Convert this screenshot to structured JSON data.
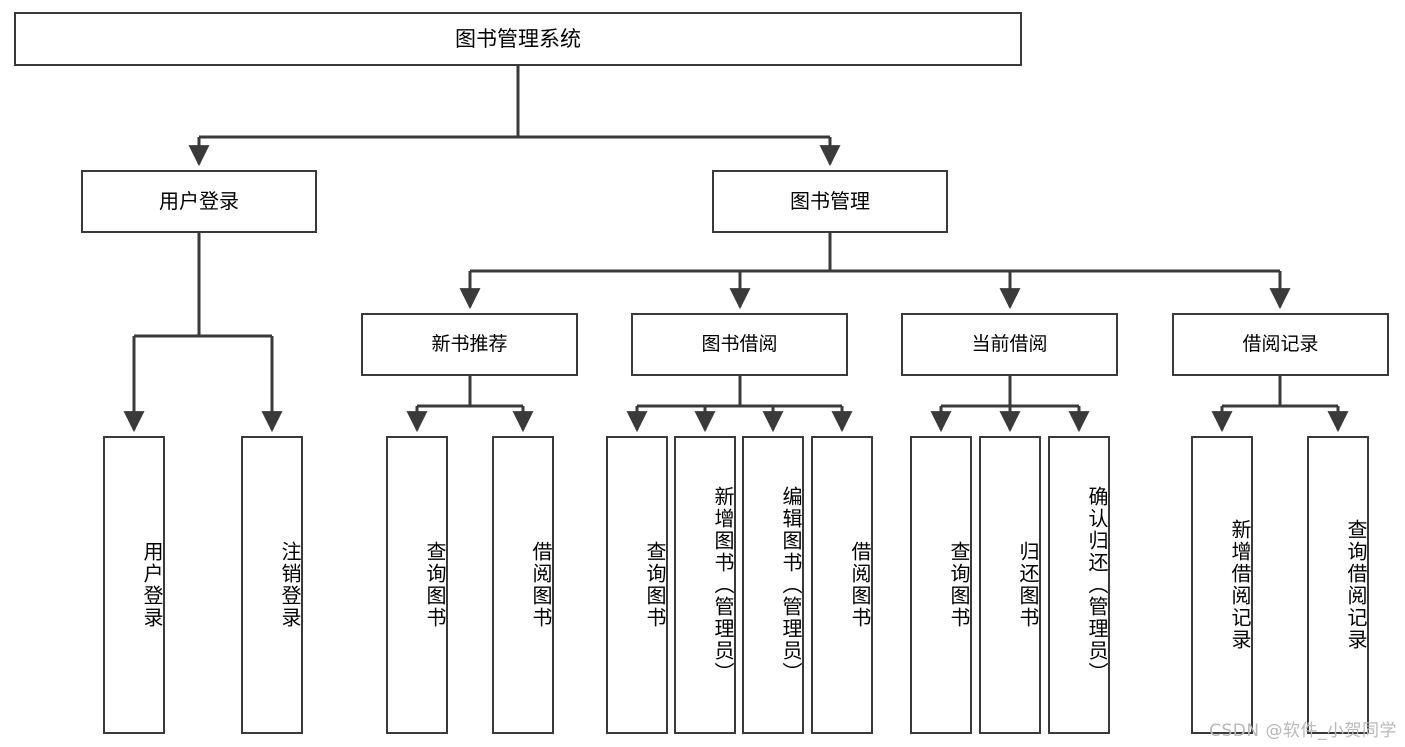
{
  "diagram": {
    "title": "图书管理系统",
    "type": "tree-hierarchy",
    "watermark": "CSDN @软件_小贺同学",
    "colors": {
      "stroke": "#3a3a3a",
      "fill": "#ffffff",
      "text": "#000000",
      "watermark": "#b9b9b9"
    },
    "root": {
      "label": "图书管理系统"
    },
    "level2": [
      {
        "label": "用户登录"
      },
      {
        "label": "图书管理"
      }
    ],
    "level3": [
      {
        "label": "新书推荐"
      },
      {
        "label": "图书借阅"
      },
      {
        "label": "当前借阅"
      },
      {
        "label": "借阅记录"
      }
    ],
    "leaves": {
      "user_login": [
        {
          "label": "用户登录"
        },
        {
          "label": "注销登录"
        }
      ],
      "new_book_recommend": [
        {
          "label": "查询图书"
        },
        {
          "label": "借阅图书"
        }
      ],
      "book_borrow": [
        {
          "label": "查询图书"
        },
        {
          "label": "新增图书（管理员）"
        },
        {
          "label": "编辑图书（管理员）"
        },
        {
          "label": "借阅图书"
        }
      ],
      "current_borrow": [
        {
          "label": "查询图书"
        },
        {
          "label": "归还图书"
        },
        {
          "label": "确认归还（管理员）"
        }
      ],
      "borrow_record": [
        {
          "label": "新增借阅记录"
        },
        {
          "label": "查询借阅记录"
        }
      ]
    }
  }
}
